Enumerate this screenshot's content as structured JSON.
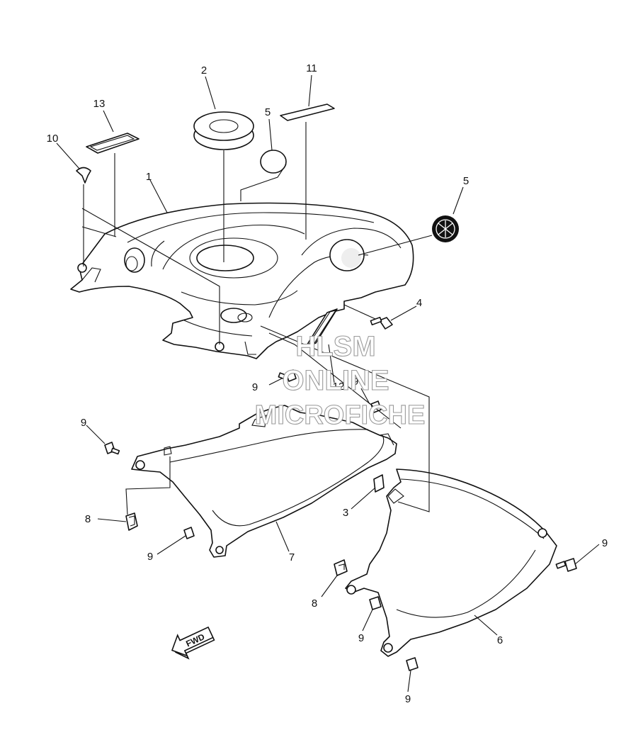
{
  "callouts": [
    {
      "id": "c1",
      "label": "1"
    },
    {
      "id": "c2",
      "label": "2"
    },
    {
      "id": "c3",
      "label": "3"
    },
    {
      "id": "c4",
      "label": "4"
    },
    {
      "id": "c5a",
      "label": "5"
    },
    {
      "id": "c5b",
      "label": "5"
    },
    {
      "id": "c6",
      "label": "6"
    },
    {
      "id": "c7",
      "label": "7"
    },
    {
      "id": "c8a",
      "label": "8"
    },
    {
      "id": "c8b",
      "label": "8"
    },
    {
      "id": "c9a",
      "label": "9"
    },
    {
      "id": "c9b",
      "label": "9"
    },
    {
      "id": "c9c",
      "label": "9"
    },
    {
      "id": "c9d",
      "label": "9"
    },
    {
      "id": "c9e",
      "label": "9"
    },
    {
      "id": "c9f",
      "label": "9"
    },
    {
      "id": "c9g",
      "label": "9"
    },
    {
      "id": "c10",
      "label": "10"
    },
    {
      "id": "c11",
      "label": "11"
    },
    {
      "id": "c12",
      "label": "12"
    },
    {
      "id": "c13",
      "label": "13"
    }
  ],
  "direction_arrow": {
    "label": "FWD"
  },
  "watermark": {
    "line1": "HLSM",
    "line2": "ONLINE",
    "line3": "MICROFICHE"
  },
  "colors": {
    "line": "#111111",
    "watermark_outline": "#9a9a9a",
    "background": "#ffffff"
  }
}
